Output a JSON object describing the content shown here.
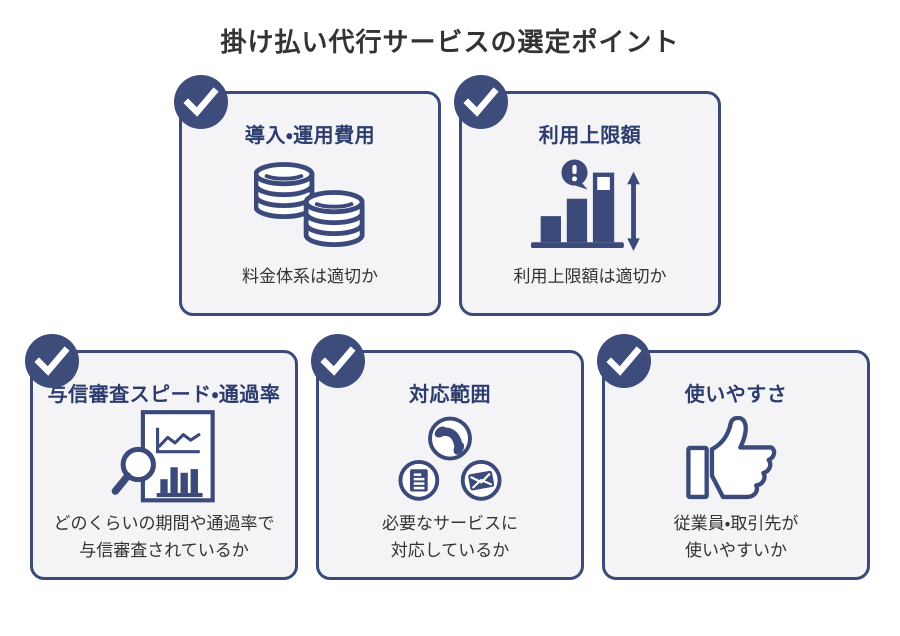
{
  "title": "掛け払い代行サービスの選定ポイント",
  "colors": {
    "navy": "#3b4a7b",
    "check_circle": "#3e4c7c",
    "card_background": "#f4f4f6",
    "page_background": "#ffffff",
    "heading_text": "#333333",
    "card_title_text": "#2d3c6e",
    "description_text": "#333333"
  },
  "cards": [
    {
      "key": "cost",
      "title": "導入・運用費用",
      "icon": "coins-icon",
      "desc": [
        "料金体系は適切か"
      ]
    },
    {
      "key": "limit",
      "title": "利用上限額",
      "icon": "bar-chart-limit-icon",
      "desc": [
        "利用上限額は適切か"
      ]
    },
    {
      "key": "credit",
      "title": "与信審査スピード・通過率",
      "icon": "report-magnifier-icon",
      "desc": [
        "どのくらいの期間や通過率で",
        "与信審査されているか"
      ]
    },
    {
      "key": "scope",
      "title": "対応範囲",
      "icon": "contact-channels-icon",
      "desc": [
        "必要なサービスに",
        "対応しているか"
      ]
    },
    {
      "key": "usability",
      "title": "使いやすさ",
      "icon": "thumbs-up-icon",
      "desc": [
        "従業員・取引先が",
        "使いやすいか"
      ]
    }
  ]
}
